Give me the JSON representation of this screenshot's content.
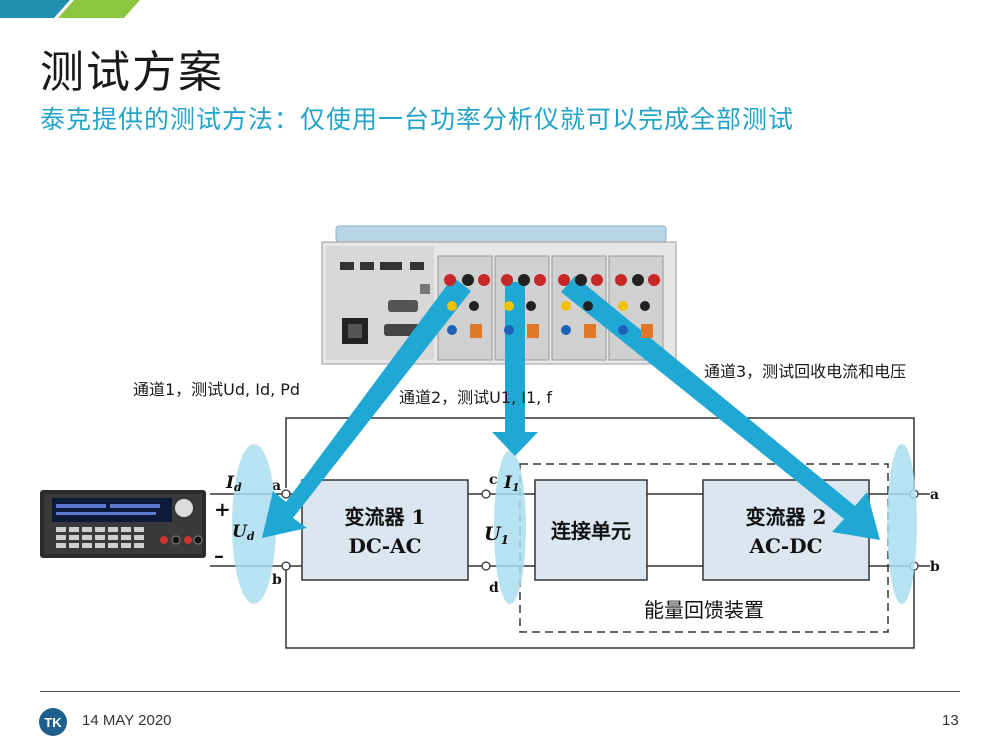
{
  "slide": {
    "title": "测试方案",
    "subtitle": "泰克提供的测试方法：仅使用一台功率分析仪就可以完成全部测试"
  },
  "channels": {
    "ch1": "通道1，测试Ud, Id, Pd",
    "ch2": "通道2，测试U1, I1, f",
    "ch3": "通道3，测试回收电流和电压"
  },
  "circuit": {
    "converter1_line1": "变流器 1",
    "converter1_line2": "DC-AC",
    "link_unit": "连接单元",
    "converter2_line1": "变流器 2",
    "converter2_line2": "AC-DC",
    "feedback_device": "能量回馈装置",
    "node_a_left": "a",
    "node_b_left": "b",
    "node_c": "c",
    "node_d": "d",
    "node_a_right": "a",
    "node_b_right": "b",
    "id_sym": "I",
    "id_sub": "d",
    "ud_sym": "U",
    "ud_sub": "d",
    "plus": "+",
    "minus": "–",
    "i1_sym": "I",
    "i1_sub": "1",
    "u1_sym": "U",
    "u1_sub": "1"
  },
  "footer": {
    "date": "14 MAY 2020",
    "page": "13",
    "logo_text": "TK"
  },
  "colors": {
    "accent": "#23a3c8",
    "arrow": "#1fa8d4",
    "ellipse": "#a9ddef",
    "green": "#8cc63f"
  }
}
